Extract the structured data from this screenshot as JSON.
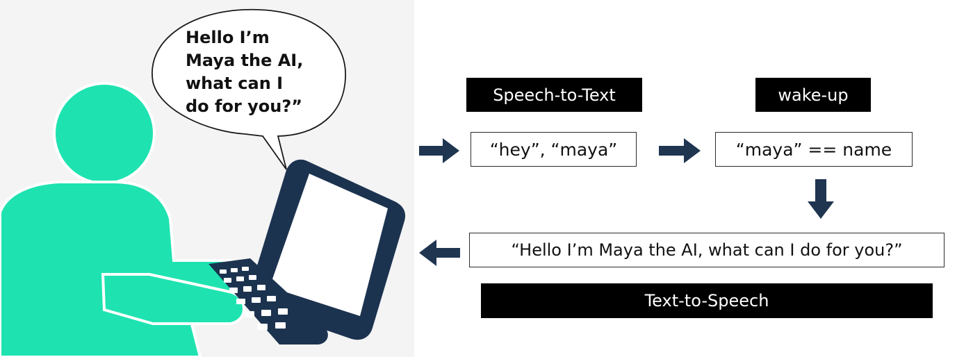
{
  "speech_bubble": {
    "text": "Hello I’m\nMaya the AI,\nwhat can I\ndo for you?”"
  },
  "labels": {
    "speech_to_text": "Speech-to-Text",
    "wake_up": "wake-up",
    "text_to_speech": "Text-to-Speech"
  },
  "boxes": {
    "recognized_words": "“hey”, “maya”",
    "name_check": "“maya” == name",
    "reply": "“Hello I’m Maya the AI, what can I do for you?”"
  },
  "colors": {
    "person": "#1ee3b0",
    "laptop": "#1c3350",
    "arrow": "#1f3550",
    "label_bg": "#000000",
    "label_text": "#ffffff",
    "illustration_bg": "#f4f4f4"
  },
  "icons": {
    "person": "person-icon",
    "laptop": "laptop-icon",
    "arrow_right": "arrow-right-icon",
    "arrow_down": "arrow-down-icon",
    "arrow_left": "arrow-left-icon"
  }
}
